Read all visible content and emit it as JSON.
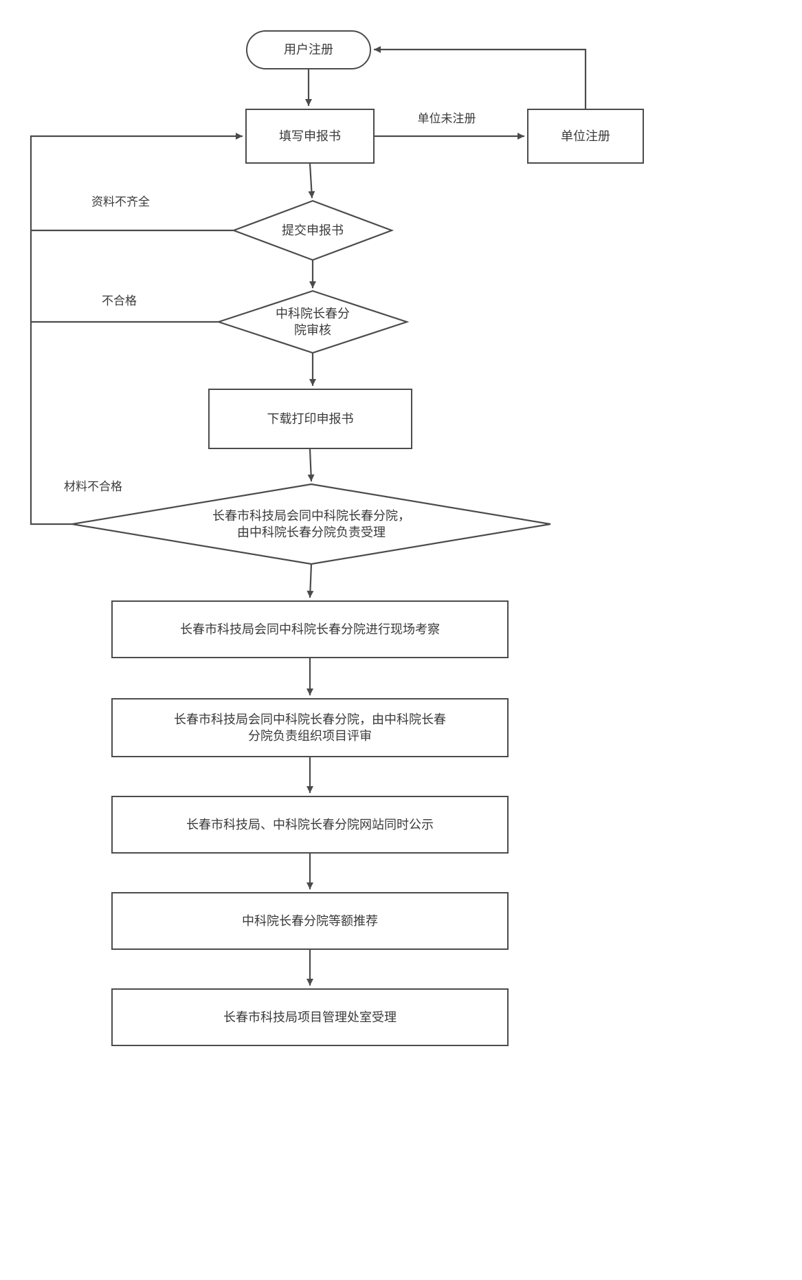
{
  "diagram": {
    "background": "#ffffff",
    "stroke_color": "#4b4b4b",
    "text_color": "#3a3a3a"
  },
  "nodes": {
    "user_register": {
      "label": "用户注册",
      "shape": "terminator"
    },
    "fill_application": {
      "label": "填写申报书",
      "shape": "process"
    },
    "unit_register": {
      "label": "单位注册",
      "shape": "process"
    },
    "submit_application": {
      "label": "提交申报书",
      "shape": "decision"
    },
    "branch_review": {
      "label": "中科院长春分院审核",
      "shape": "decision"
    },
    "download_print": {
      "label": "下载打印申报书",
      "shape": "process"
    },
    "acceptance": {
      "line1": "长春市科技局会同中科院长春分院，",
      "line2": "由中科院长春分院负责受理",
      "shape": "decision"
    },
    "site_inspection": {
      "label": "长春市科技局会同中科院长春分院进行现场考察",
      "shape": "process"
    },
    "project_evaluation": {
      "line1": "长春市科技局会同中科院长春分院，由中科院长春",
      "line2": "分院负责组织项目评审",
      "shape": "process"
    },
    "website_publicity": {
      "label": "长春市科技局、中科院长春分院网站同时公示",
      "shape": "process"
    },
    "equal_recommendation": {
      "label": "中科院长春分院等额推荐",
      "shape": "process"
    },
    "bureau_acceptance": {
      "label": "长春市科技局项目管理处室受理",
      "shape": "process"
    }
  },
  "edge_labels": {
    "unit_not_registered": "单位未注册",
    "materials_incomplete": "资料不齐全",
    "unqualified": "不合格",
    "materials_unqualified": "材料不合格"
  }
}
